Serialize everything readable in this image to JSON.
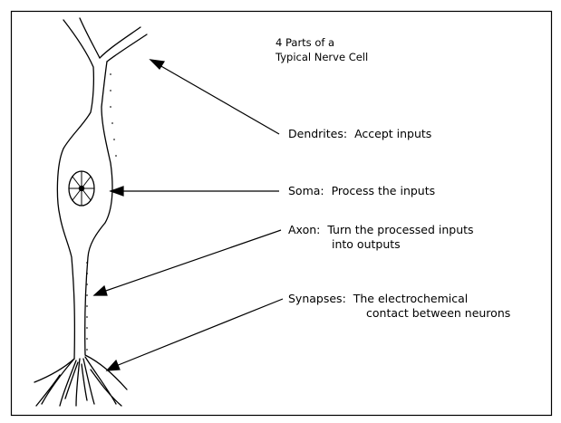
{
  "title": {
    "line1": "4 Parts of a",
    "line2": "Typical Nerve Cell"
  },
  "parts": [
    {
      "name": "Dendrites",
      "description": "Accept inputs"
    },
    {
      "name": "Soma",
      "description": "Process the inputs"
    },
    {
      "name": "Axon",
      "description": "Turn the processed inputs",
      "description_line2": "into outputs"
    },
    {
      "name": "Synapses",
      "description": "The electrochemical",
      "description_line2": "contact between neurons"
    }
  ],
  "colors": {
    "line": "#000000",
    "background": "#ffffff"
  }
}
